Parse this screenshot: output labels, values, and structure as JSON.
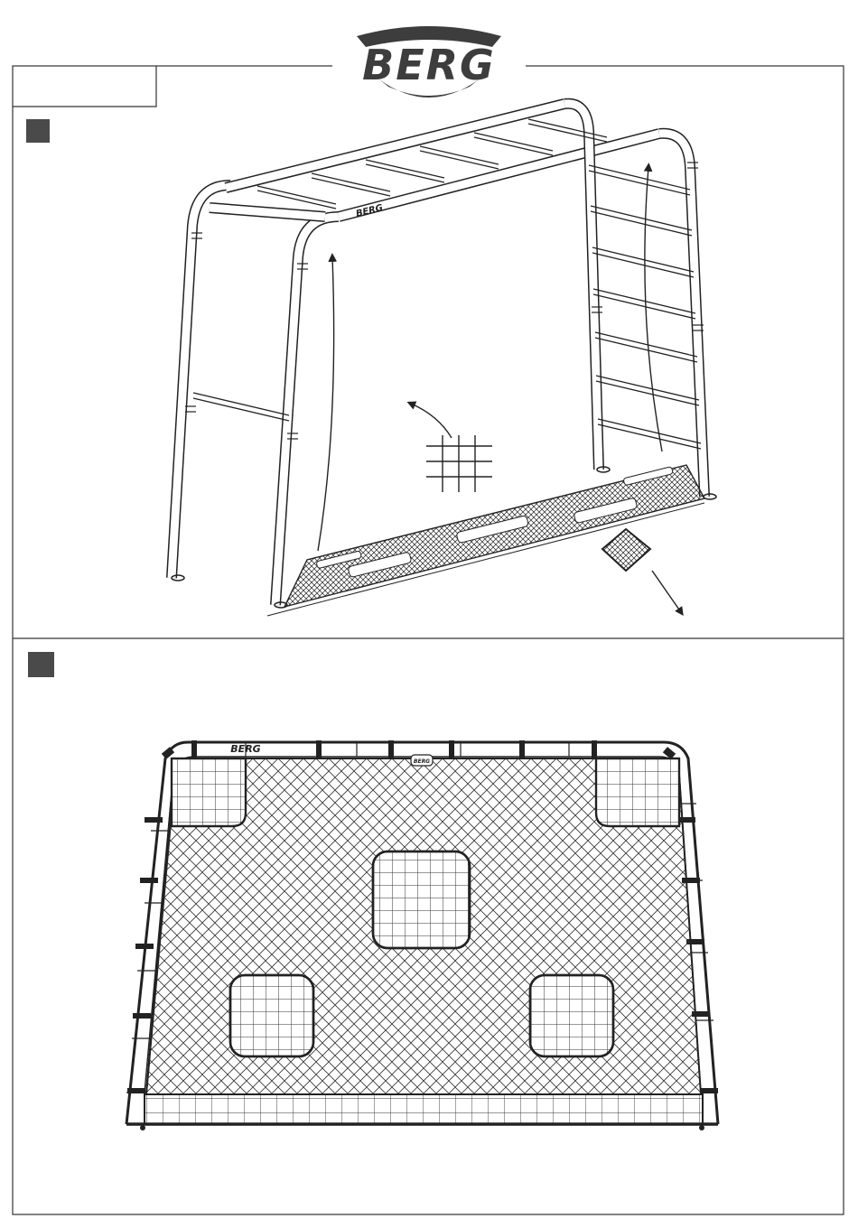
{
  "brand": {
    "name": "BERG",
    "net_logo": "BERG"
  },
  "colors": {
    "line": "#222222",
    "step_marker": "#4a4a4a",
    "logo_fill": "#3d3d3d",
    "background": "#ffffff"
  },
  "steps": [
    {
      "marker": "step-1",
      "icon": "step-square-marker"
    },
    {
      "marker": "step-2",
      "icon": "step-square-marker"
    }
  ],
  "icons": {
    "mesh_coarse": "coarse-grid-mesh-icon",
    "mesh_fine": "fine-diamond-mesh-icon",
    "arrow": "curved-arrow-icon"
  }
}
